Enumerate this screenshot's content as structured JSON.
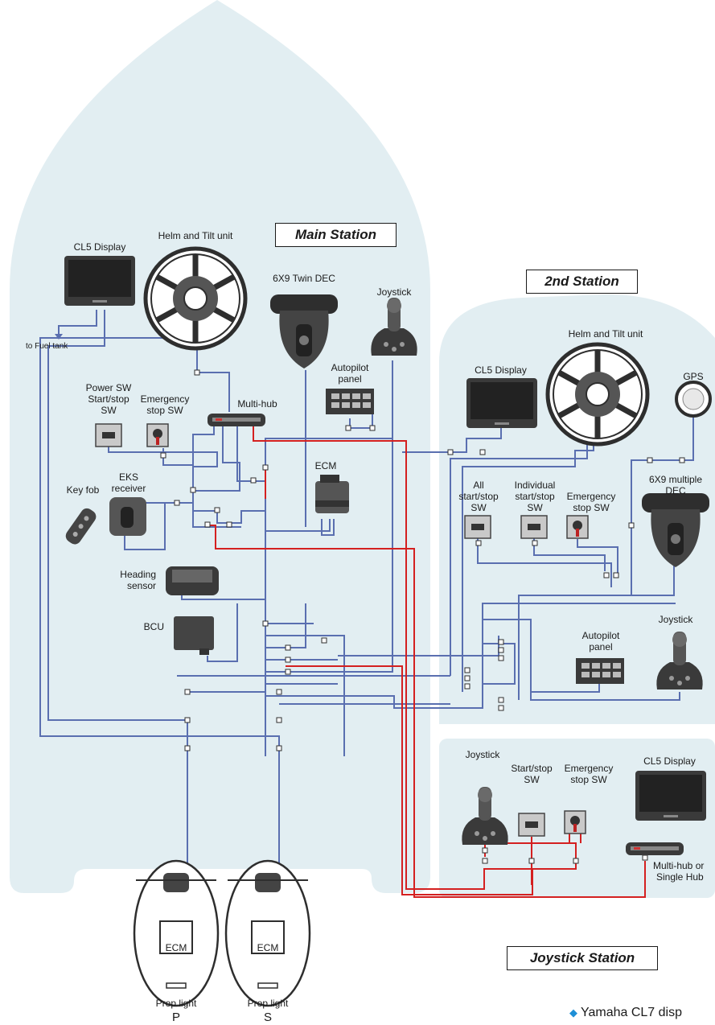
{
  "stations": {
    "main": "Main Station",
    "second": "2nd Station",
    "joystick": "Joystick Station"
  },
  "main": {
    "cl5_display": "CL5 Display",
    "helm_tilt": "Helm and Tilt unit",
    "twin_dec": "6X9 Twin DEC",
    "joystick": "Joystick",
    "autopilot_l1": "Autopilot",
    "autopilot_l2": "panel",
    "fuel_tank": "to Fuel tank",
    "power_sw_l1": "Power SW",
    "power_sw_l2": "Start/stop",
    "power_sw_l3": "SW",
    "emergency_l1": "Emergency",
    "emergency_l2": "stop SW",
    "multihub": "Multi-hub",
    "eks_l1": "EKS",
    "eks_l2": "receiver",
    "key_fob": "Key fob",
    "ecm": "ECM",
    "heading_l1": "Heading",
    "heading_l2": "sensor",
    "bcu": "BCU"
  },
  "second": {
    "cl5_display": "CL5 Display",
    "helm_tilt": "Helm and Tilt unit",
    "gps": "GPS",
    "dec_l1": "6X9 multiple",
    "dec_l2": "DEC",
    "all_l1": "All",
    "all_l2": "start/stop",
    "all_l3": "SW",
    "ind_l1": "Individual",
    "ind_l2": "start/stop",
    "ind_l3": "SW",
    "emergency_l1": "Emergency",
    "emergency_l2": "stop SW",
    "joystick": "Joystick",
    "autopilot_l1": "Autopilot",
    "autopilot_l2": "panel"
  },
  "joystick_station": {
    "joystick": "Joystick",
    "startstop_l1": "Start/stop",
    "startstop_l2": "SW",
    "emergency_l1": "Emergency",
    "emergency_l2": "stop SW",
    "cl5_display": "CL5 Display",
    "hub_l1": "Multi-hub or",
    "hub_l2": "Single Hub"
  },
  "engines": {
    "ecm": "ECM",
    "prop_light": "Prop light",
    "port": "P",
    "starboard": "S"
  },
  "footnote": "Yamaha CL7 disp",
  "colors": {
    "station_bg": "#e2eef2",
    "cable_blue": "#5a6fb0",
    "cable_red": "#d42020",
    "device_dark": "#2e2e2e",
    "footnote_marker": "#1e8fd6"
  },
  "icons": [
    "display-icon",
    "helm-wheel-icon",
    "dec-lever-icon",
    "joystick-icon",
    "hub-icon",
    "switch-icon",
    "key-switch-icon",
    "key-fob-icon",
    "receiver-icon",
    "ecm-box-icon",
    "heading-sensor-icon",
    "bcu-icon",
    "gps-dome-icon",
    "outboard-engine-icon"
  ]
}
